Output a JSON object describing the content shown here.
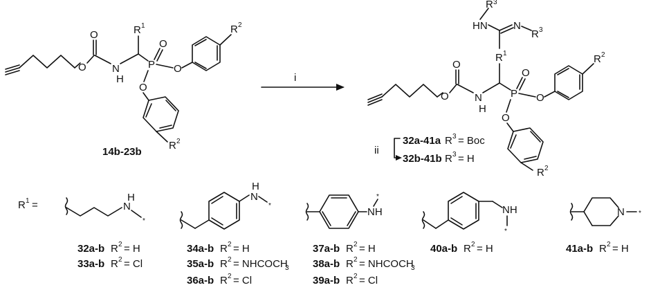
{
  "atoms": {
    "O": "O",
    "H": "H",
    "N": "N",
    "P": "P",
    "NH": "NH",
    "HN": "HN",
    "R": "R",
    "one": "1",
    "two": "2",
    "three": "3",
    "star": "*"
  },
  "reagents": {
    "step_i": "i",
    "step_ii": "ii"
  },
  "starting_material": {
    "label": "14b-23b"
  },
  "product": {
    "series_a": {
      "label": "32a-41a",
      "r3_text": "= Boc"
    },
    "series_b": {
      "label": "32b-41b",
      "r3_text": "= H"
    }
  },
  "r1_header": "R",
  "substituents": [
    {
      "entries": [
        {
          "label": "32a-b",
          "r2_text": "= H"
        },
        {
          "label": "33a-b",
          "r2_text": "= Cl"
        }
      ]
    },
    {
      "entries": [
        {
          "label": "34a-b",
          "r2_text": "= H"
        },
        {
          "label": "35a-b",
          "r2_text": "= NHCOCH"
        },
        {
          "label": "36a-b",
          "r2_text": "= Cl"
        }
      ]
    },
    {
      "entries": [
        {
          "label": "37a-b",
          "r2_text": "= H"
        },
        {
          "label": "38a-b",
          "r2_text": "= NHCOCH"
        },
        {
          "label": "39a-b",
          "r2_text": "= Cl"
        }
      ]
    },
    {
      "entries": [
        {
          "label": "40a-b",
          "r2_text": "= H"
        }
      ]
    },
    {
      "entries": [
        {
          "label": "41a-b",
          "r2_text": "= H"
        }
      ]
    }
  ]
}
